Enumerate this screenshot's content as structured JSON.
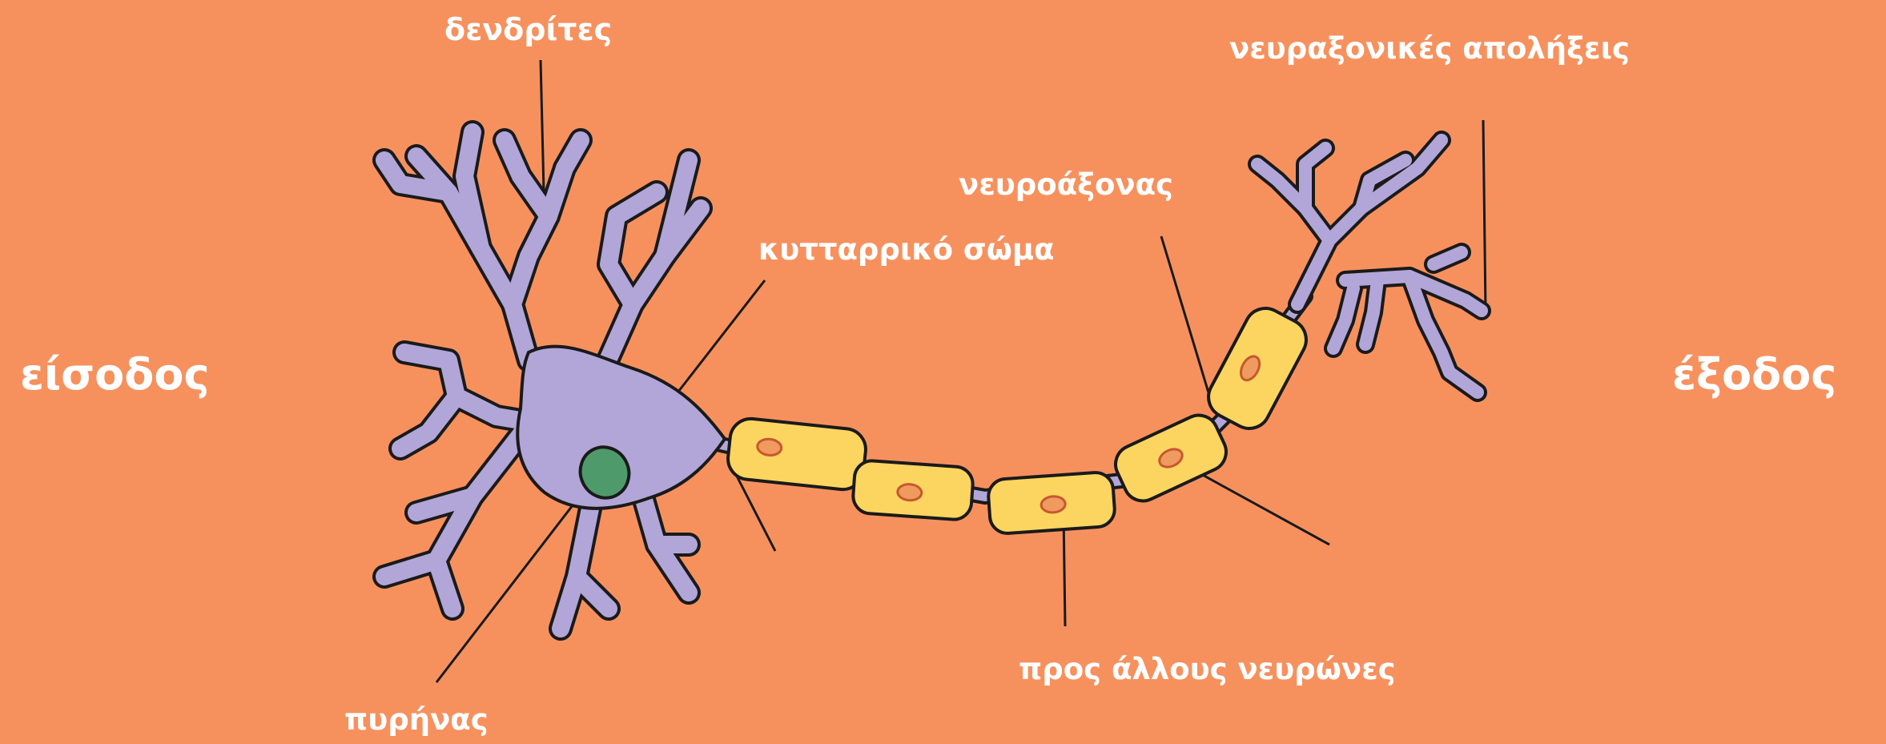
{
  "labels": {
    "dendrites": "δενδρίτες",
    "axon_terminals": "νευραξονικές απολήξεις",
    "axon": "νευροάξονας",
    "cell_body": "κυτταρρικό σώμα",
    "input": "είσοδος",
    "output": "έξοδος",
    "to_other_neurons": "προς άλλους νευρώνες",
    "nucleus": "πυρήνας"
  },
  "colors": {
    "background": "#f6915e",
    "label_text": "#ffffff",
    "neuron_body": "#b1a6d7",
    "outline": "#1a1a1a",
    "nucleus": "#4f9a6a",
    "myelin": "#fbd560",
    "schwann_nucleus": "#ef9a5e"
  }
}
